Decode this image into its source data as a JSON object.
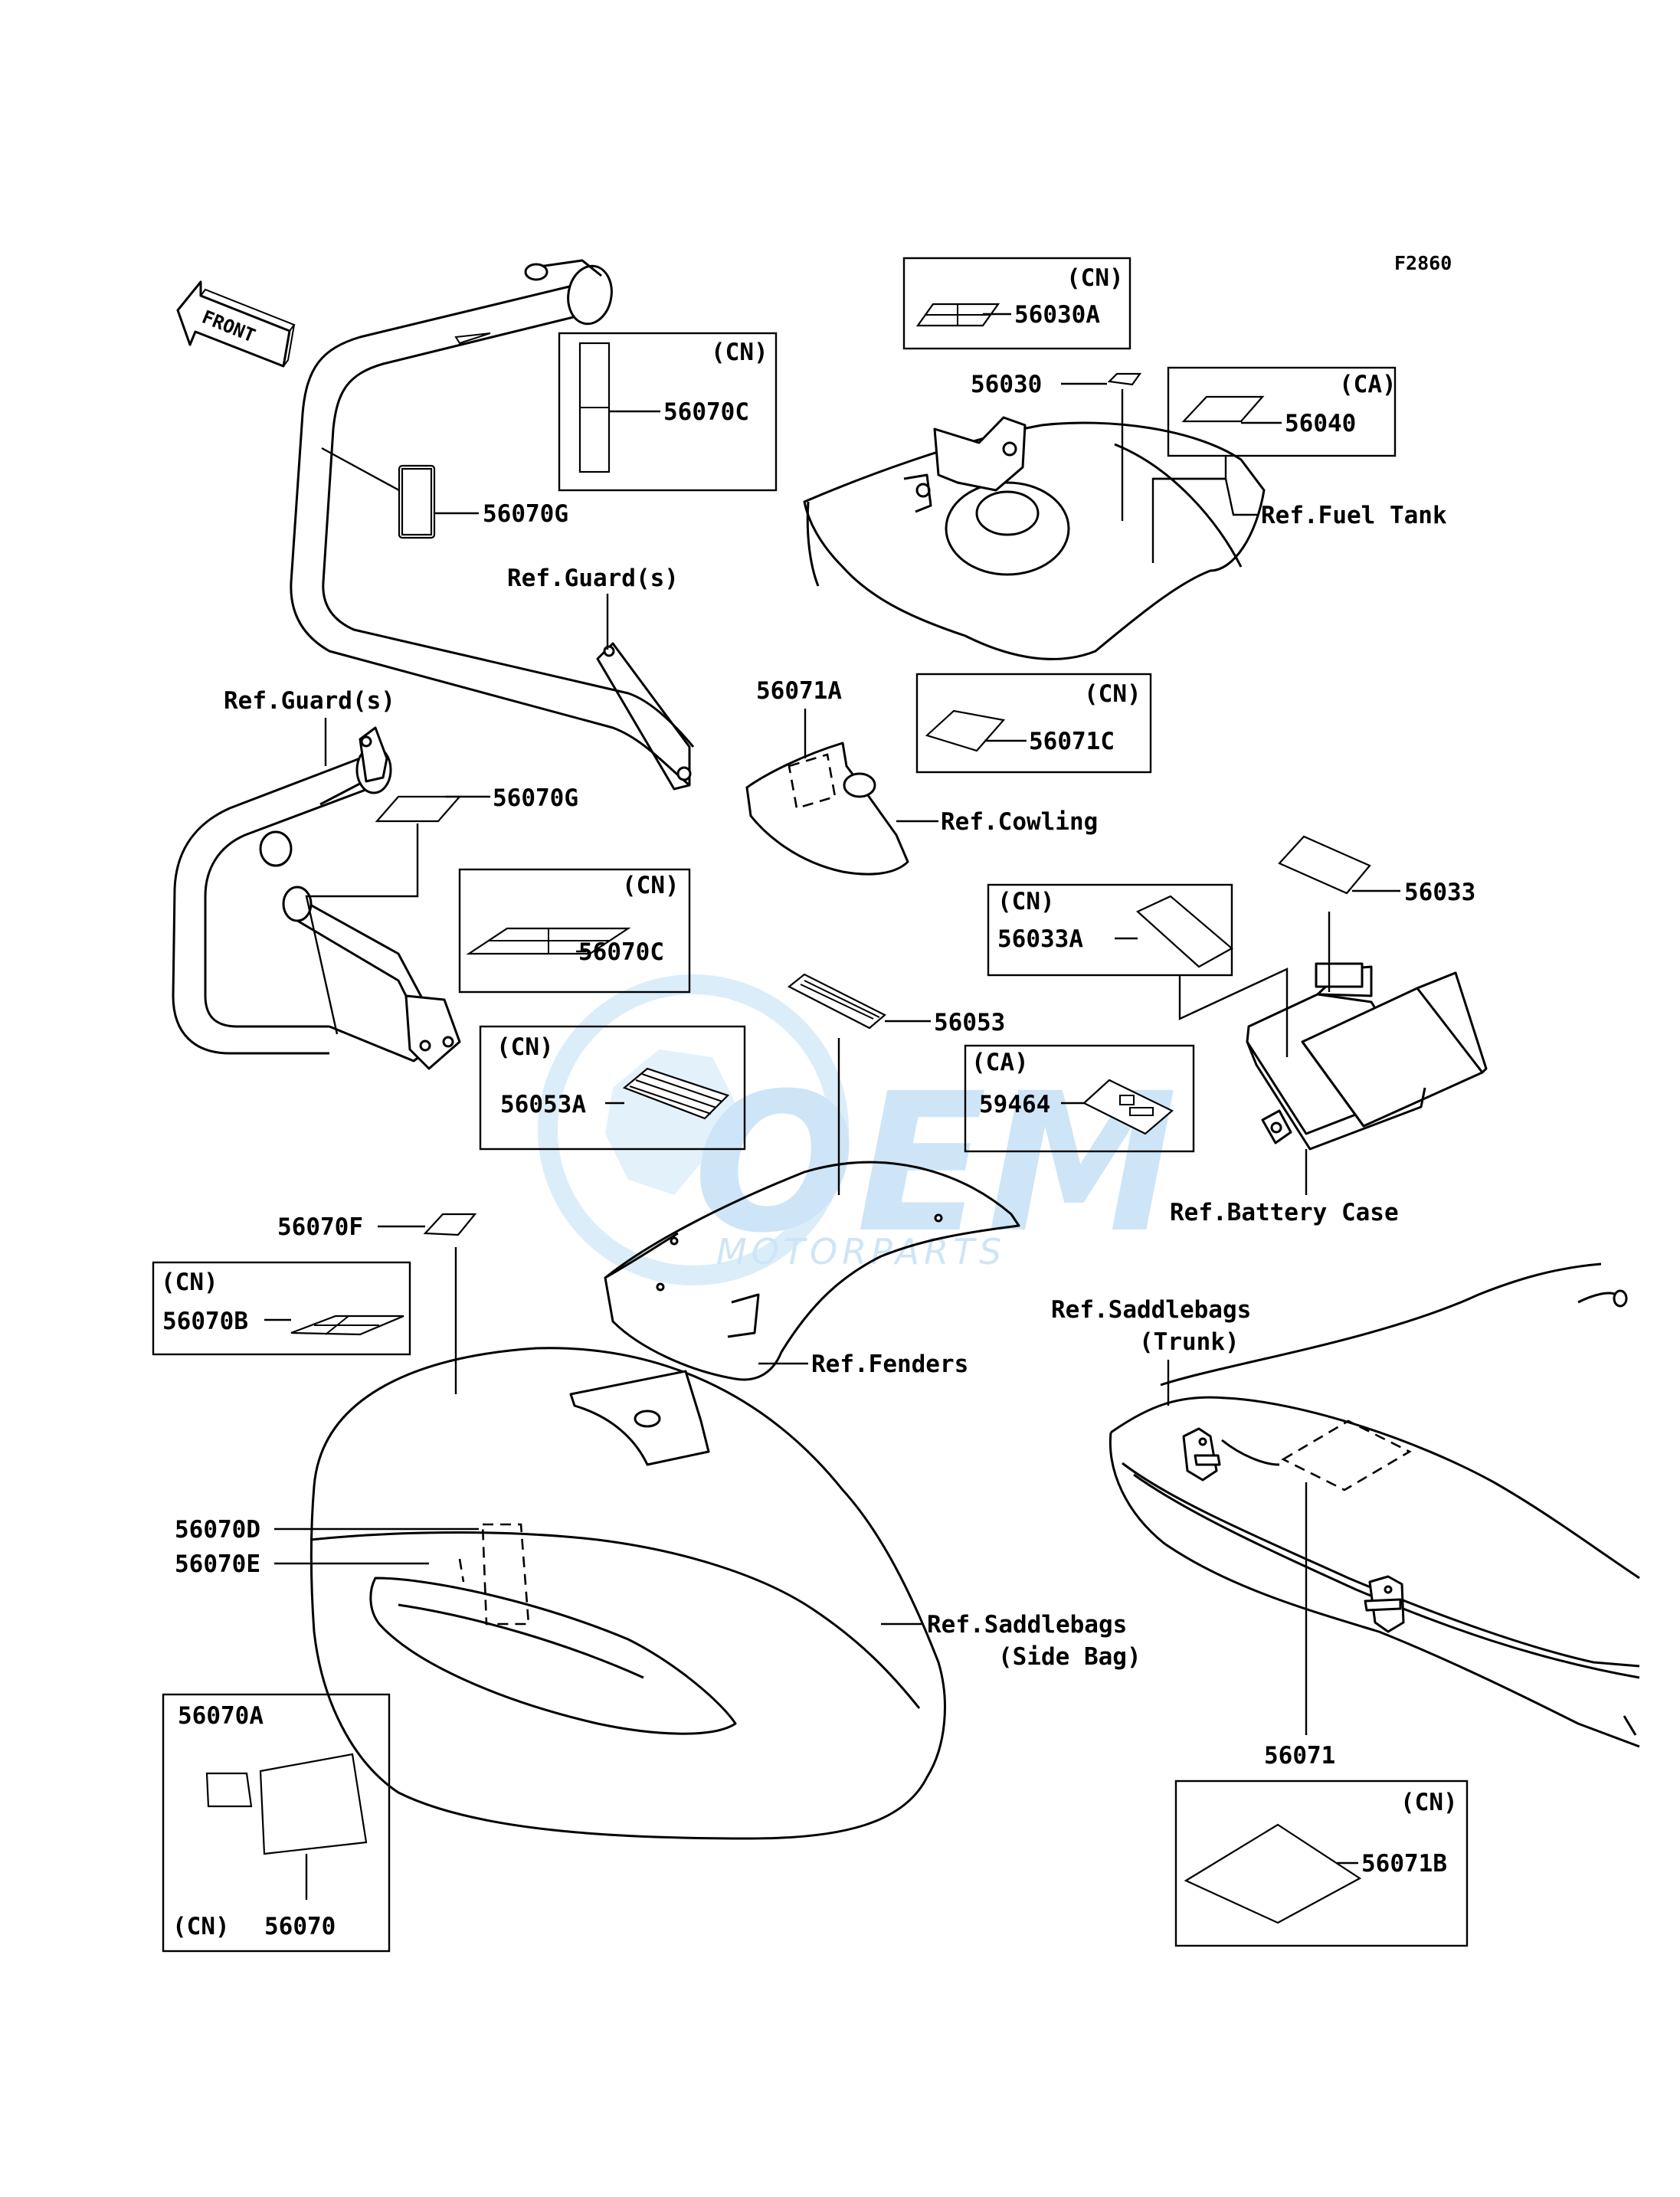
{
  "figure_code": "F2860",
  "front_label": "FRONT",
  "parts": {
    "p56030A": "56030A",
    "p56030": "56030",
    "p56040": "56040",
    "p56070C_top": "56070C",
    "p56070G_top": "56070G",
    "p56071A": "56071A",
    "p56071C": "56071C",
    "p56070G_mid": "56070G",
    "p56070C_mid": "56070C",
    "p56033": "56033",
    "p56033A": "56033A",
    "p56053": "56053",
    "p56053A": "56053A",
    "p59464": "59464",
    "p56070F": "56070F",
    "p56070B": "56070B",
    "p56070D": "56070D",
    "p56070E": "56070E",
    "p56070A": "56070A",
    "p56070": "56070",
    "p56071": "56071",
    "p56071B": "56071B"
  },
  "region_tags": {
    "cn_56030A": "(CN)",
    "ca_56040": "(CA)",
    "cn_56070C_top": "(CN)",
    "cn_56071C": "(CN)",
    "cn_56070C_mid": "(CN)",
    "cn_56033A": "(CN)",
    "cn_56053A": "(CN)",
    "ca_59464": "(CA)",
    "cn_56070B": "(CN)",
    "cn_56070A": "(CN)",
    "cn_56071B": "(CN)"
  },
  "refs": {
    "fuel_tank": "Ref.Fuel Tank",
    "guard_top": "Ref.Guard(s)",
    "guard_left": "Ref.Guard(s)",
    "cowling": "Ref.Cowling",
    "battery_case": "Ref.Battery Case",
    "fenders": "Ref.Fenders",
    "saddlebags_trunk_1": "Ref.Saddlebags",
    "saddlebags_trunk_2": "(Trunk)",
    "saddlebags_side_1": "Ref.Saddlebags",
    "saddlebags_side_2": "(Side Bag)"
  },
  "watermark": {
    "brand": "OEM",
    "tagline": "MOTORPARTS",
    "color": "#1e90e0"
  }
}
